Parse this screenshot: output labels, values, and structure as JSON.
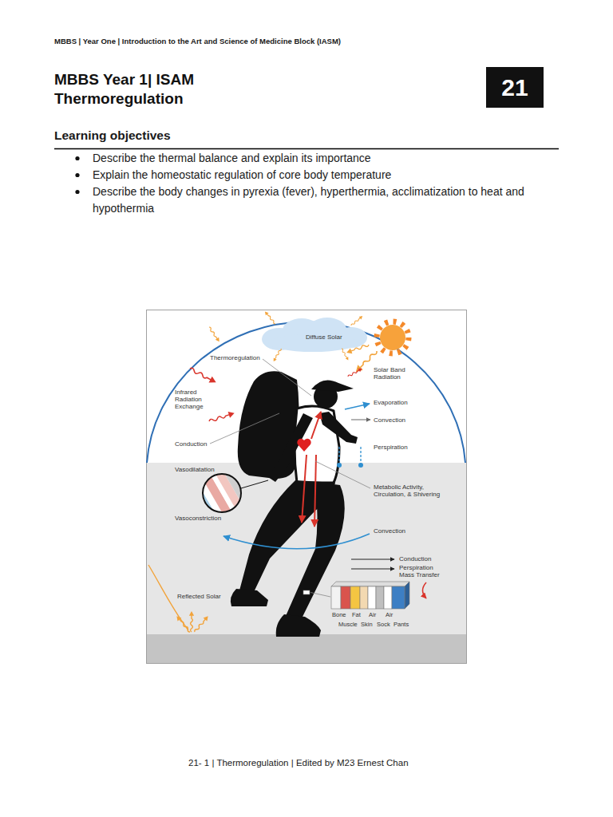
{
  "diagram": {
    "title": "MBBS Year 1| ISAM Thermoregulation",
    "nodes": [
      {
        "text": [
          "21"
        ]
      }
    ],
    "labels": [
      "MBBS | Year One | Introduction to the Art and Science of Medicine Block (IASM)",
      "Learning objectives",
      "Describe the thermal balance and explain its importance",
      "Explain the homeostatic regulation of core body temperature",
      "Describe the body changes in pyrexia (fever), hyperthermia, acclimatization to heat and hypothermia",
      "Diffuse Solar",
      "Thermoregulation",
      "Solar Band Radiation",
      "Infrared Radiation Exchange",
      "Evaporation",
      "Convection",
      "Conduction",
      "Perspiration",
      "Vasodilatation",
      "Metabolic Activity, Circulation, & Shivering",
      "Vasoconstriction",
      "Convection",
      "Conduction",
      "Perspiration Mass Transfer",
      "Reflected Solar",
      "Bone",
      "Fat",
      "Air",
      "Air",
      "Muscle",
      "Skin",
      "Sock",
      "Pants",
      "21- 1 | Thermoregulation | Edited by M23 Ernest Chan"
    ]
  }
}
